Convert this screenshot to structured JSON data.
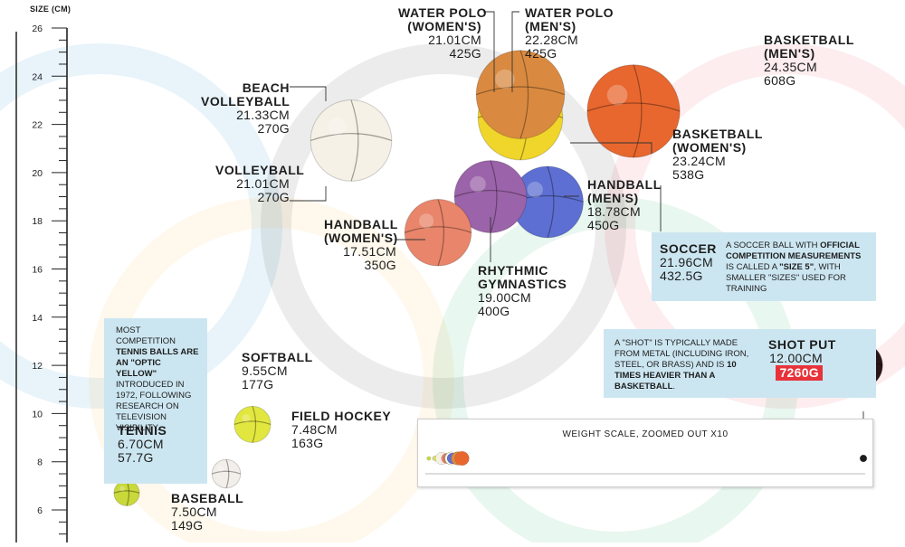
{
  "chart_data": {
    "type": "scatter",
    "title": "",
    "ylabel": "SIZE (CM)",
    "ylim": [
      5,
      26
    ],
    "yticks": [
      6,
      8,
      10,
      12,
      14,
      16,
      18,
      20,
      22,
      24,
      26
    ],
    "series": [
      {
        "points": [
          {
            "name": "TENNIS",
            "size_cm": 6.7,
            "size_label": "6.70CM",
            "weight_label": "57.7G",
            "weight_g": 57.7,
            "color": "#c9d93a"
          },
          {
            "name": "BASEBALL",
            "size_cm": 7.5,
            "size_label": "7.50CM",
            "weight_label": "149G",
            "weight_g": 149,
            "color": "#f2eeea"
          },
          {
            "name": "FIELD HOCKEY",
            "size_cm": 7.48,
            "size_label": "7.48CM",
            "weight_label": "163G",
            "weight_g": 163,
            "color": "#f4f4f4"
          },
          {
            "name": "SOFTBALL",
            "size_cm": 9.55,
            "size_label": "9.55CM",
            "weight_label": "177G",
            "weight_g": 177,
            "color": "#e2e73f"
          },
          {
            "name": "HANDBALL (WOMEN'S)",
            "size_cm": 17.51,
            "size_label": "17.51CM",
            "weight_label": "350G",
            "weight_g": 350,
            "color": "#e8856a"
          },
          {
            "name": "RHYTHMIC GYMNASTICS",
            "size_cm": 19.0,
            "size_label": "19.00CM",
            "weight_label": "400G",
            "weight_g": 400,
            "color": "#9b63a9"
          },
          {
            "name": "HANDBALL (MEN'S)",
            "size_cm": 18.78,
            "size_label": "18.78CM",
            "weight_label": "450G",
            "weight_g": 450,
            "color": "#5d6fd2"
          },
          {
            "name": "VOLLEYBALL",
            "size_cm": 21.01,
            "size_label": "21.01CM",
            "weight_label": "270G",
            "weight_g": 270,
            "color": "#f6f1e6"
          },
          {
            "name": "BEACH VOLLEYBALL",
            "size_cm": 21.33,
            "size_label": "21.33CM",
            "weight_label": "270G",
            "weight_g": 270,
            "color": "#f6f1e6"
          },
          {
            "name": "WATER POLO (WOMEN'S)",
            "size_cm": 21.01,
            "size_label": "21.01CM",
            "weight_label": "425G",
            "weight_g": 425,
            "color": "#f0d52a"
          },
          {
            "name": "WATER POLO (MEN'S)",
            "size_cm": 22.28,
            "size_label": "22.28CM",
            "weight_label": "425G",
            "weight_g": 425,
            "color": "#f0d52a"
          },
          {
            "name": "SOCCER",
            "size_cm": 21.96,
            "size_label": "21.96CM",
            "weight_label": "432.5G",
            "weight_g": 432.5,
            "color": "#ffffff"
          },
          {
            "name": "BASKETBALL (WOMEN'S)",
            "size_cm": 23.24,
            "size_label": "23.24CM",
            "weight_label": "538G",
            "weight_g": 538,
            "color": "#d98a40"
          },
          {
            "name": "BASKETBALL (MEN'S)",
            "size_cm": 24.35,
            "size_label": "24.35CM",
            "weight_label": "608G",
            "weight_g": 608,
            "color": "#e8672f"
          },
          {
            "name": "SHOT PUT",
            "size_cm": 12.0,
            "size_label": "12.00CM",
            "weight_label": "7260G",
            "weight_g": 7260,
            "color": "#2a1516"
          }
        ]
      }
    ],
    "annotations": {
      "tennis_note_parts": [
        {
          "t": "MOST COMPETITION ",
          "b": false
        },
        {
          "t": "TENNIS BALLS ARE AN \"OPTIC YELLOW\"",
          "b": true
        },
        {
          "t": " INTRODUCED IN 1972, FOLLOWING RESEARCH ON TELEVISION VISIBILITY.",
          "b": false
        }
      ],
      "soccer_note_parts": [
        {
          "t": "A SOCCER BALL WITH ",
          "b": false
        },
        {
          "t": "OFFICIAL COMPETITION MEASUREMENTS",
          "b": true
        },
        {
          "t": " IS CALLED A ",
          "b": false
        },
        {
          "t": "\"SIZE 5\"",
          "b": true
        },
        {
          "t": ", WITH SMALLER \"SIZES\" USED FOR TRAINING",
          "b": false
        }
      ],
      "shot_note_parts": [
        {
          "t": "A \"SHOT\" IS TYPICALLY MADE FROM METAL (INCLUDING IRON, STEEL, OR BRASS) AND IS ",
          "b": false
        },
        {
          "t": "10 TIMES HEAVIER THAN A BASKETBALL",
          "b": true
        },
        {
          "t": ".",
          "b": false
        }
      ],
      "weight_scale_title": "WEIGHT SCALE, ZOOMED OUT X10"
    },
    "grid": false,
    "background_motif": "olympic rings",
    "ring_colors": [
      "#0081c8",
      "#2b2b2b",
      "#ee334e",
      "#fcb131",
      "#00a651"
    ],
    "accent_color": "#e8323a",
    "note_color": "#cce6f1"
  }
}
